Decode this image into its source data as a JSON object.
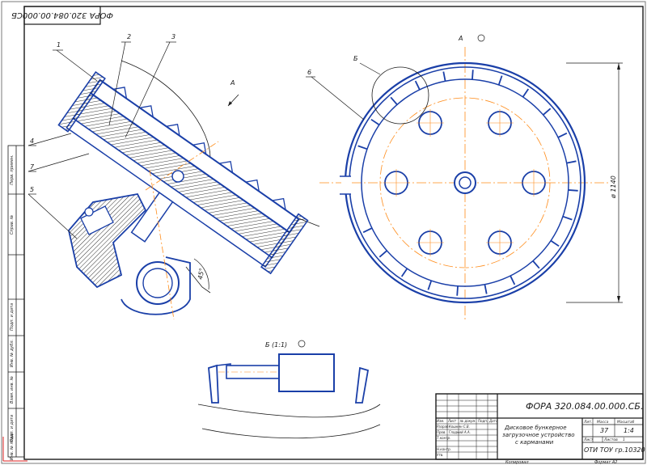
{
  "drawing": {
    "code_rotated": "ФОРА 320.084.00.000СБ",
    "view_a_label": "А",
    "view_b_label": "Б (1:1)",
    "callout_a": "А",
    "callout_b": "Б",
    "diameter_label": "ø 1140",
    "angle_label": "45°",
    "leaders": [
      "1",
      "2",
      "3",
      "4",
      "7",
      "5",
      "6"
    ]
  },
  "left_strip": {
    "labels": [
      "Перв. примен.",
      "Справ. №",
      "Подп. и дата",
      "Инв. № дубл.",
      "Взам. инв. №",
      "Подп. и дата",
      "Инв. № подл."
    ]
  },
  "title_block": {
    "designation": "ФОРА 320.084.00.000.СБ.",
    "name_line1": "Дисковое бункерное",
    "name_line2": "загрузочное устройство",
    "name_line3": "с карманами",
    "lit_header": "Лит.",
    "mass_header": "Масса",
    "scale_header": "Масштаб",
    "mass_value": "37",
    "scale_value": "1:4",
    "sheet_label": "Лист",
    "sheets_label": "Листов",
    "sheets_value": "1",
    "org": "ОТИ ТОУ гр.10320",
    "rows": [
      "Изм.",
      "Лист",
      "№ докум.",
      "Подп.",
      "Дата"
    ],
    "roles": [
      "Разраб.",
      "Пров.",
      "Т.контр.",
      "Н.контр.",
      "Утв."
    ],
    "names": [
      "Кошкин С.В.",
      "Гладкий А.А."
    ],
    "copied": "Копировал",
    "format": "Формат А2"
  }
}
